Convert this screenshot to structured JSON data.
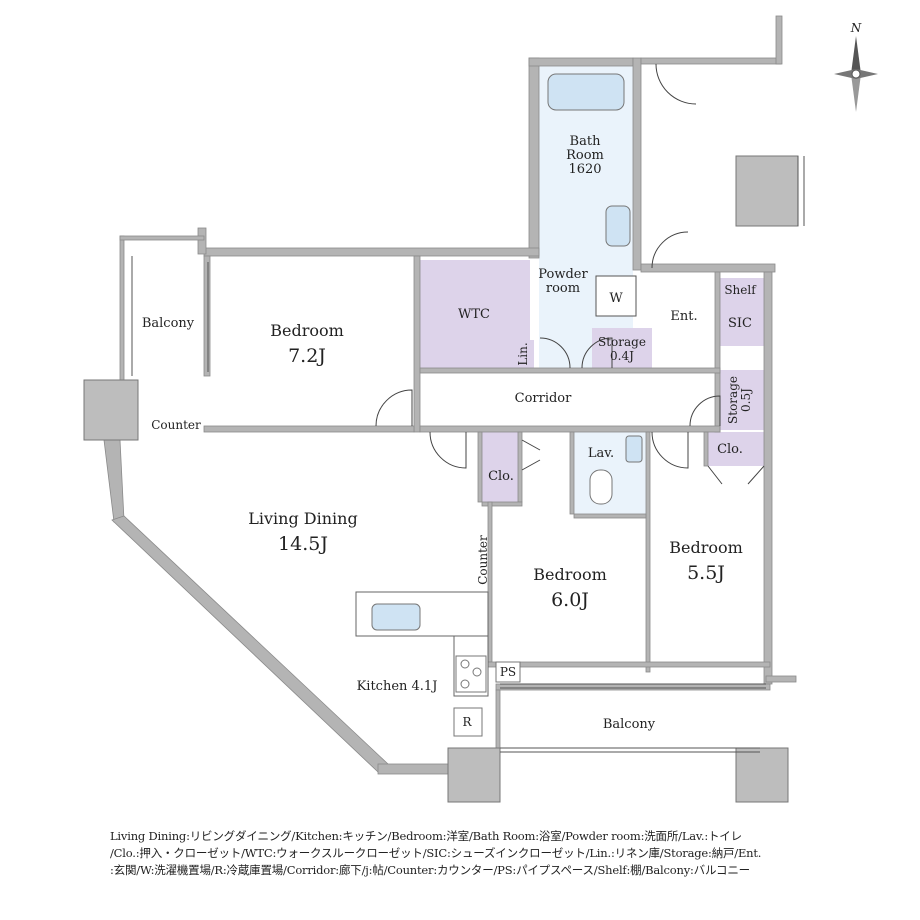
{
  "colors": {
    "wall": "#b4b4b4",
    "wall_edge": "#8a8a8a",
    "closet_fill": "#ddd3ea",
    "wet_fill": "#eaf3fb",
    "column_fill": "#bdbdbd",
    "text": "#222222"
  },
  "compass": {
    "north_label": "N"
  },
  "rooms": {
    "bath": {
      "line1": "Bath",
      "line2": "Room",
      "line3": "1620"
    },
    "powder": {
      "line1": "Powder",
      "line2": "room"
    },
    "w": "W",
    "wtc": "WTC",
    "lin": "Lin.",
    "storage1": {
      "line1": "Storage",
      "line2": "0.4J"
    },
    "ent": "Ent.",
    "shelf": "Shelf",
    "sic": "SIC",
    "storage2": {
      "line1": "Storage",
      "line2": "0.5J"
    },
    "balcony_west": "Balcony",
    "bedroom1": {
      "name": "Bedroom",
      "size": "7.2J"
    },
    "counter_top": "Counter",
    "corridor": "Corridor",
    "clo1": "Clo.",
    "lav": "Lav.",
    "clo2": "Clo.",
    "living": {
      "name": "Living Dining",
      "size": "14.5J"
    },
    "counter_vertical": "Counter",
    "bedroom2": {
      "name": "Bedroom",
      "size": "6.0J"
    },
    "bedroom3": {
      "name": "Bedroom",
      "size": "5.5J"
    },
    "ps": "PS",
    "kitchen": "Kitchen 4.1J",
    "r": "R",
    "balcony_south": "Balcony"
  },
  "legend": {
    "line1": "Living Dining:リビングダイニング/Kitchen:キッチン/Bedroom:洋室/Bath Room:浴室/Powder room:洗面所/Lav.:トイレ",
    "line2": "/Clo.:押入・クローゼット/WTC:ウォークスルークローゼット/SIC:シューズインクローゼット/Lin.:リネン庫/Storage:納戸/Ent.",
    "line3": ":玄関/W:洗濯機置場/R:冷蔵庫置場/Corridor:廊下/j:帖/Counter:カウンター/PS:パイプスペース/Shelf:棚/Balcony:バルコニー"
  }
}
